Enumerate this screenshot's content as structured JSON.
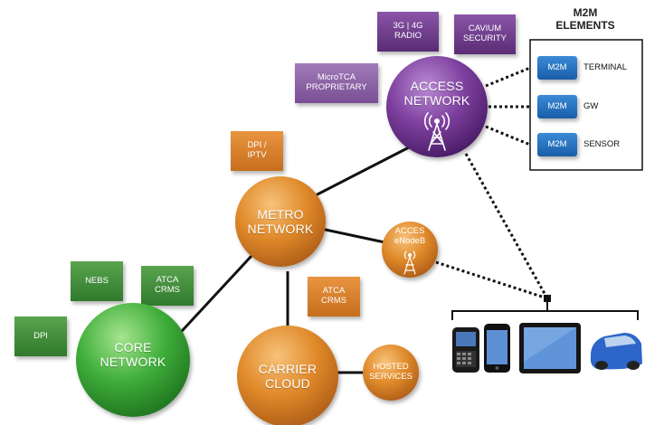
{
  "nodes": {
    "access_network": "ACCESS\nNETWORK",
    "metro_network": "METRO\nNETWORK",
    "core_network": "CORE\nNETWORK",
    "carrier_cloud": "CARRIER\nCLOUD",
    "acces_enodeb": "ACCES\neNodeB",
    "hosted_services": "HOSTED\nSERVICES"
  },
  "boxes": {
    "radio_3g4g": "3G | 4G\nRADIO",
    "cavium_security": "CAVIUM\nSECURITY",
    "microtca_proprietary": "MicroTCA\nPROPRIETARY",
    "dpi_iptv": "DPI /\nIPTV",
    "atca_crms_metro": "ATCA\nCRMS",
    "nebs": "NEBS",
    "atca_crms_core": "ATCA\nCRMS",
    "dpi": "DPI"
  },
  "m2m": {
    "title": "M2M\nELEMENTS",
    "items": [
      {
        "chip": "M2M",
        "label": "TERMINAL"
      },
      {
        "chip": "M2M",
        "label": "GW"
      },
      {
        "chip": "M2M",
        "label": "SENSOR"
      }
    ]
  },
  "colors": {
    "purple": "#7a3d99",
    "orange": "#e18a2a",
    "green": "#3fae3a",
    "m2m_chip": "#1f6fc0",
    "green_box": "#3f8f3a",
    "purple_box": "#6b3a83",
    "orange_box": "#d17c25"
  }
}
